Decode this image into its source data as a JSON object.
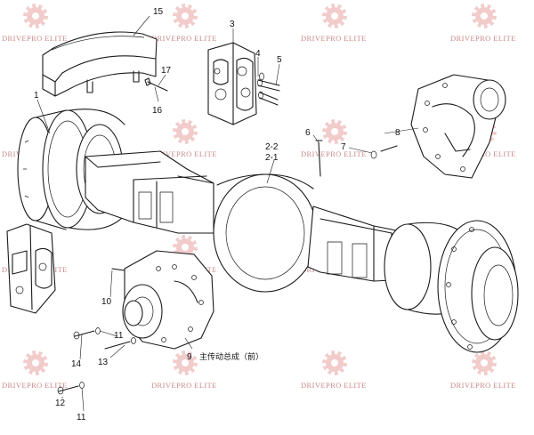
{
  "watermark": {
    "text": "DRIVEPRO ELITE",
    "color": "#e8a0a0"
  },
  "caption": "主传动总成（前）",
  "labels": {
    "l1": "1",
    "l2_2": "2-2",
    "l2_1": "2-1",
    "l3": "3",
    "l4": "4",
    "l5": "5",
    "l6": "6",
    "l7": "7",
    "l8": "8",
    "l9": "9",
    "l10": "10",
    "l11a": "11",
    "l11b": "11",
    "l12": "12",
    "l13": "13",
    "l14": "14",
    "l15": "15",
    "l16": "16",
    "l17": "17"
  }
}
